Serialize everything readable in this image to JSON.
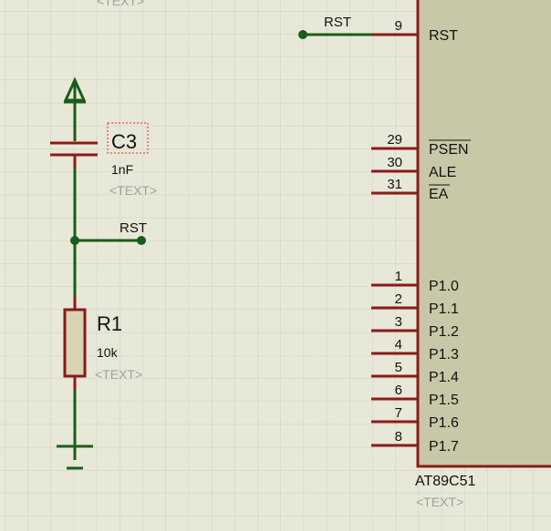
{
  "colors": {
    "background": "#e8e8d8",
    "grid": "#cfcfbf",
    "wire": "#1a5c1a",
    "pin": "#8b1a1a",
    "chip_fill": "#c8c8a8",
    "chip_border": "#8b1a1a",
    "resistor_fill": "#d9d2b4",
    "placeholder_text": "#a0a0a0",
    "selection": "#ff2020"
  },
  "top_placeholder": "<TEXT>",
  "capacitor": {
    "ref": "C3",
    "value": "1nF",
    "placeholder": "<TEXT>",
    "icon": "capacitor-icon"
  },
  "resistor": {
    "ref": "R1",
    "value": "10k",
    "placeholder": "<TEXT>",
    "icon": "resistor-icon"
  },
  "power_terminal": {
    "icon": "power-arrow-icon"
  },
  "ground_terminal": {
    "icon": "ground-icon"
  },
  "net_labels": {
    "rst_left": "RST",
    "rst_right": "RST"
  },
  "chip": {
    "name": "AT89C51",
    "placeholder": "<TEXT>",
    "pins": [
      {
        "num": "9",
        "name": "RST"
      },
      {
        "num": "29",
        "name": "PSEN"
      },
      {
        "num": "30",
        "name": "ALE"
      },
      {
        "num": "31",
        "name": "EA"
      },
      {
        "num": "1",
        "name": "P1.0"
      },
      {
        "num": "2",
        "name": "P1.1"
      },
      {
        "num": "3",
        "name": "P1.2"
      },
      {
        "num": "4",
        "name": "P1.3"
      },
      {
        "num": "5",
        "name": "P1.4"
      },
      {
        "num": "6",
        "name": "P1.5"
      },
      {
        "num": "7",
        "name": "P1.6"
      },
      {
        "num": "8",
        "name": "P1.7"
      }
    ]
  }
}
